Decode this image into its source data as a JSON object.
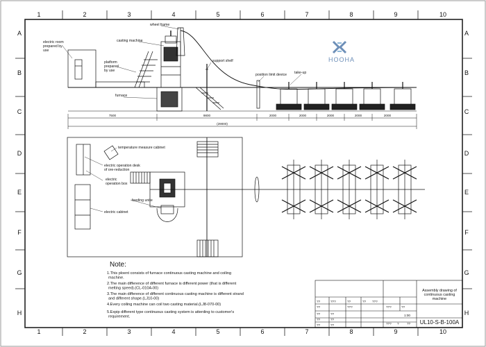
{
  "frame": {
    "columns": [
      "1",
      "2",
      "3",
      "4",
      "5",
      "6",
      "7",
      "8",
      "9",
      "10"
    ],
    "rows": [
      "A",
      "B",
      "C",
      "D",
      "E",
      "F",
      "G",
      "H"
    ]
  },
  "logo": {
    "text": "HOOHA",
    "primary_color": "#6d8fb8",
    "secondary_color": "#8fb8d8"
  },
  "side_view": {
    "labels": {
      "wheel_frame": "wheel frame",
      "casting_machine": "casting machine",
      "electric_room": "electric room\nprepared by\nuse",
      "platform": "platform\nprepared\nby use",
      "support_shelf": "support  shelf",
      "furnace": "furnace",
      "position_limit": "position limit device",
      "take_up": "take-up"
    },
    "dimensions": [
      "7500",
      "9800",
      "2000",
      "2000",
      "2000",
      "2000",
      "2000"
    ],
    "total_dimension": "(29000)"
  },
  "plan_view": {
    "labels": {
      "temperature_cabinet": "temperature measure cabinet",
      "electric_operation_desk": "electric operation desk\nof ore-reduction",
      "electric_operation_box": "electric\noperation box",
      "feeding_unit": "feeding unite",
      "electric_cabinet": "electric cabinet"
    }
  },
  "notes": {
    "title": "Note:",
    "items": [
      "1.This ploent consists of furnace continuous casting machine and coiling\n machine.",
      "2.The main difference of different furnace is different power (that is different\n melting speed).(CL-010A-00)",
      "3.The main difference of different continuous casting machine is different strand\n and different shape.(LJ10-00)",
      "4.Every coiling machine can coil two casting material.(LJ8-070-00)",
      "5.Expip different type continuous casting system is atterding to customer's\n requirement."
    ]
  },
  "title_block": {
    "drawing_title": "Assembly drawing of\ncontinuous casting\nmachine",
    "drawing_number": "UL10-S-B-100A",
    "scale": "1:00",
    "marks": [
      "??",
      "???",
      "??",
      "??",
      "???",
      "???",
      "??",
      "??",
      "???",
      "??",
      "??",
      "??",
      "??",
      "??",
      "??",
      "???",
      "?",
      "??"
    ]
  }
}
